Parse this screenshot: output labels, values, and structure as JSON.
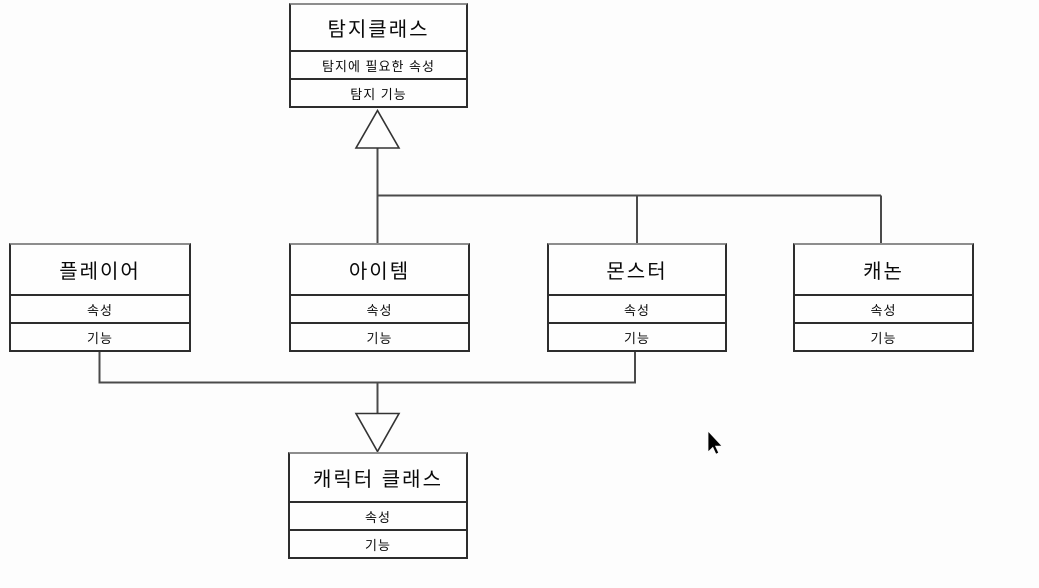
{
  "diagram": {
    "classes": [
      {
        "id": "detection",
        "title": "탐지클래스",
        "attributes": "탐지에 필요한 속성",
        "operations": "탐지 기능"
      },
      {
        "id": "player",
        "title": "플레이어",
        "attributes": "속성",
        "operations": "기능"
      },
      {
        "id": "item",
        "title": "아이템",
        "attributes": "속성",
        "operations": "기능"
      },
      {
        "id": "monster",
        "title": "몬스터",
        "attributes": "속성",
        "operations": "기능"
      },
      {
        "id": "cannon",
        "title": "캐논",
        "attributes": "속성",
        "operations": "기능"
      },
      {
        "id": "character",
        "title": "캐릭터 클래스",
        "attributes": "속성",
        "operations": "기능"
      }
    ],
    "relationships": [
      {
        "type": "generalization",
        "parent": "탐지클래스",
        "children": [
          "아이템",
          "몬스터",
          "캐논"
        ]
      },
      {
        "type": "generalization",
        "parent": "캐릭터 클래스",
        "children": [
          "플레이어",
          "몬스터"
        ]
      }
    ],
    "colors": {
      "box_border": "#2d2d2d",
      "box_border_top": "#8d8d8d",
      "connector": "#4a4a4a",
      "background": "#fdfdfd",
      "text": "#0a0a0a"
    }
  }
}
